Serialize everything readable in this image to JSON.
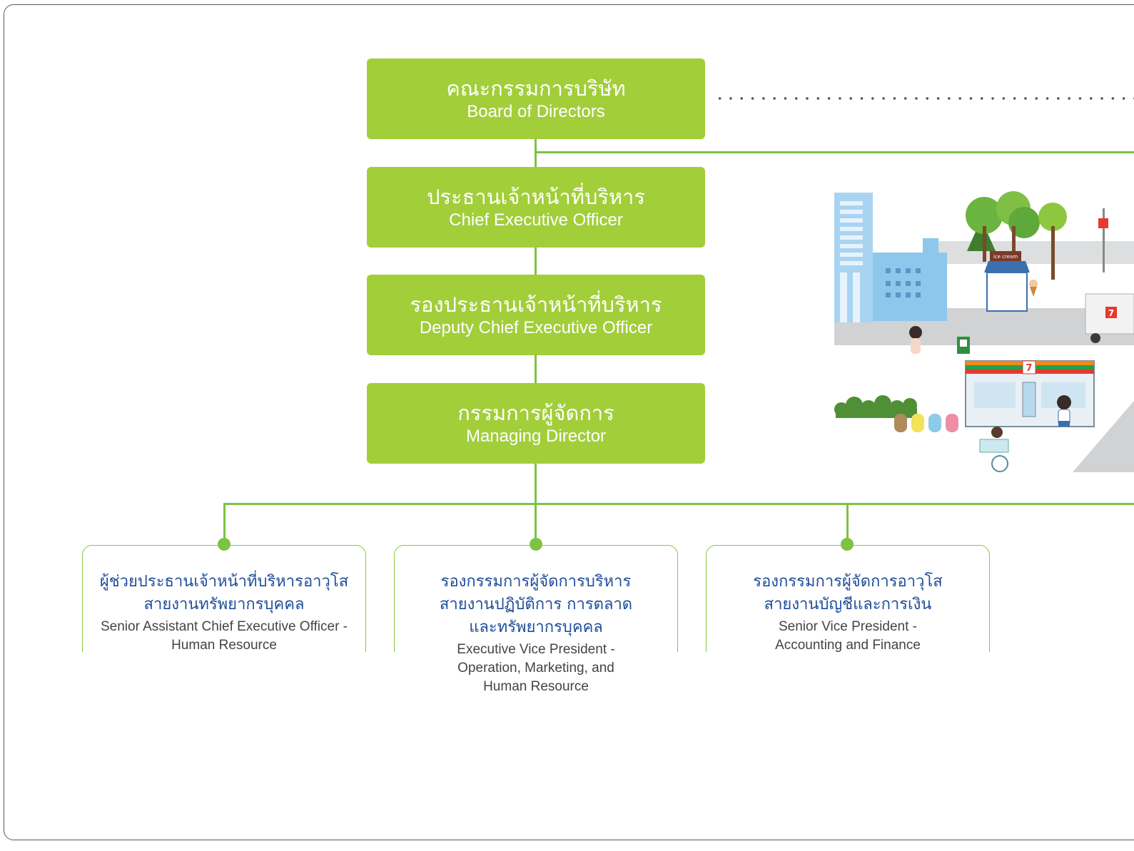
{
  "chart": {
    "board": {
      "th": "คณะกรรมการบริษัท",
      "en": "Board of Directors"
    },
    "ceo": {
      "th": "ประธานเจ้าหน้าที่บริหาร",
      "en": "Chief Executive Officer"
    },
    "deputy_ceo": {
      "th": "รองประธานเจ้าหน้าที่บริหาร",
      "en": "Deputy Chief Executive Officer"
    },
    "md": {
      "th": "กรรมการผู้จัดการ",
      "en": "Managing Director"
    },
    "departments": [
      {
        "th": "ผู้ช่วยประธานเจ้าหน้าที่บริหารอาวุโส\nสายงานทรัพยากรบุคคล",
        "en": "Senior Assistant Chief Executive Officer -\nHuman Resource"
      },
      {
        "th": "รองกรรมการผู้จัดการบริหาร\nสายงานปฏิบัติการ การตลาด\nและทรัพยากรบุคคล",
        "en": "Executive Vice President -\nOperation, Marketing, and\nHuman Resource"
      },
      {
        "th": "รองกรรมการผู้จัดการอาวุโส\nสายงานบัญชีและการเงิน",
        "en": "Senior Vice President -\nAccounting and Finance"
      }
    ]
  },
  "illustration": {
    "store_sign": "7",
    "truck_sign": "7",
    "ice_cream_sign": "ice cream"
  },
  "colors": {
    "exec_box": "#a2ce3a",
    "connector": "#7dc242",
    "dept_title": "#1f4e9b",
    "dept_border": "#8cc63f"
  }
}
